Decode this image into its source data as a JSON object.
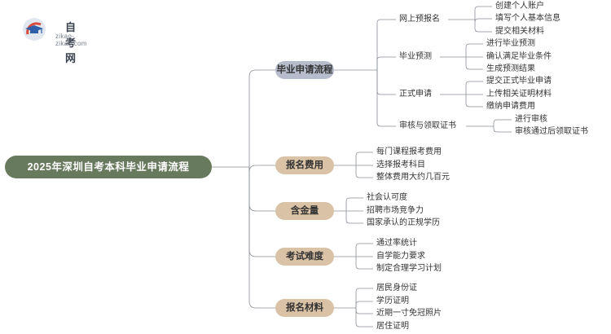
{
  "logo": {
    "name": "自考网",
    "url": "zikao-zikao.com",
    "icon": "graduation-cap-icon"
  },
  "root": "2025年深圳自考本科毕业申请流程",
  "colors": {
    "root": "#687a5e",
    "branch_first": "#b6bccc",
    "branch_other": "#d9c2a5",
    "line": "#8a8f97"
  },
  "branches": [
    {
      "label": "毕业申请流程",
      "children": [
        {
          "label": "网上预报名",
          "leaves": [
            "创建个人账户",
            "填写个人基本信息",
            "提交相关材料"
          ]
        },
        {
          "label": "毕业预测",
          "leaves": [
            "进行毕业预测",
            "确认满足毕业条件",
            "生成预测结果"
          ]
        },
        {
          "label": "正式申请",
          "leaves": [
            "提交正式毕业申请",
            "上传相关证明材料",
            "缴纳申请费用"
          ]
        },
        {
          "label": "审核与领取证书",
          "leaves": [
            "进行审核",
            "审核通过后领取证书"
          ]
        }
      ]
    },
    {
      "label": "报名费用",
      "children": [
        "每门课程报考费用",
        "选择报考科目",
        "整体费用大约几百元"
      ]
    },
    {
      "label": "含金量",
      "children": [
        "社会认可度",
        "招聘市场竞争力",
        "国家承认的正规学历"
      ]
    },
    {
      "label": "考试难度",
      "children": [
        "通过率统计",
        "自学能力要求",
        "制定合理学习计划"
      ]
    },
    {
      "label": "报名材料",
      "children": [
        "居民身份证",
        "学历证明",
        "近期一寸免冠照片",
        "居住证明"
      ]
    }
  ]
}
